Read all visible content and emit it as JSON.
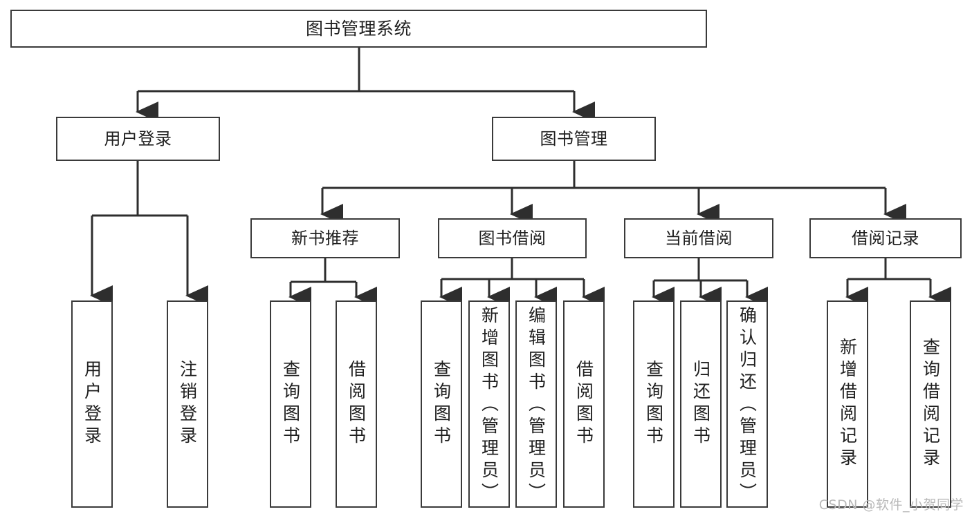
{
  "diagram": {
    "title": "图书管理系统",
    "type": "tree",
    "orientation": "top-down",
    "colors": {
      "box_border": "#3a3a3a",
      "box_fill": "#ffffff",
      "connector": "#2e2e2e",
      "text": "#202020",
      "watermark": "#b9b9b9",
      "background": "#ffffff"
    },
    "root": {
      "label": "图书管理系统"
    },
    "level2": [
      {
        "label": "用户登录"
      },
      {
        "label": "图书管理"
      }
    ],
    "level3": [
      {
        "label": "新书推荐"
      },
      {
        "label": "图书借阅"
      },
      {
        "label": "当前借阅"
      },
      {
        "label": "借阅记录"
      }
    ],
    "leaves": {
      "user_login": [
        {
          "label": "用户登录"
        },
        {
          "label": "注销登录"
        }
      ],
      "new_book_recommend": [
        {
          "label": "查询图书"
        },
        {
          "label": "借阅图书"
        }
      ],
      "book_borrow": [
        {
          "label": "查询图书"
        },
        {
          "label": "新增图书（管理员）"
        },
        {
          "label": "编辑图书（管理员）"
        },
        {
          "label": "借阅图书"
        }
      ],
      "current_borrow": [
        {
          "label": "查询图书"
        },
        {
          "label": "归还图书"
        },
        {
          "label": "确认归还（管理员）"
        }
      ],
      "borrow_record": [
        {
          "label": "新增借阅记录"
        },
        {
          "label": "查询借阅记录"
        }
      ]
    }
  },
  "watermark": {
    "text": "CSDN @软件_小贺同学"
  }
}
